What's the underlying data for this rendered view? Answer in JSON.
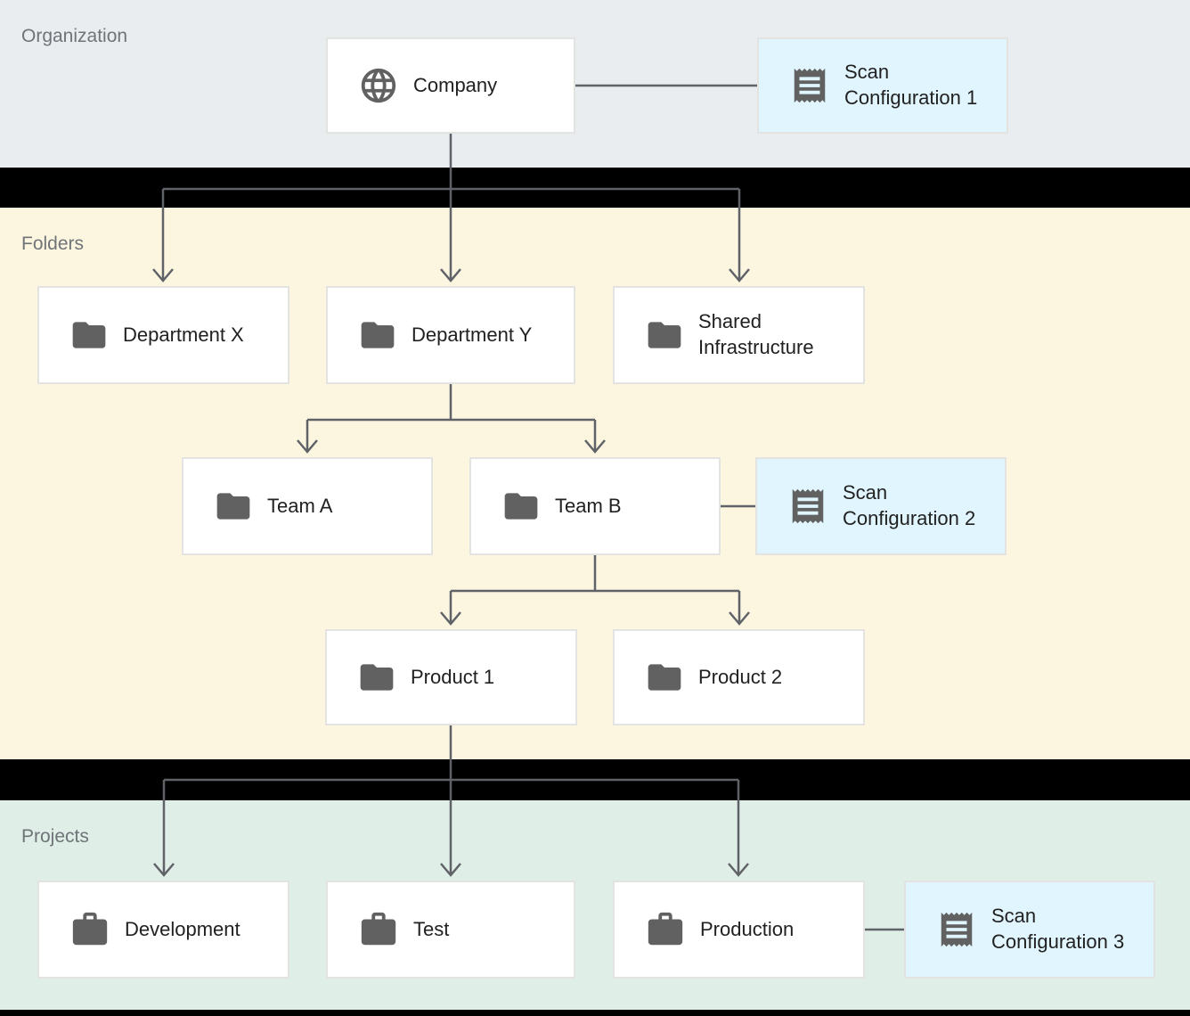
{
  "sections": [
    {
      "id": "organization",
      "label": "Organization"
    },
    {
      "id": "folders",
      "label": "Folders"
    },
    {
      "id": "projects",
      "label": "Projects"
    }
  ],
  "nodes": {
    "company": {
      "label": "Company",
      "icon": "globe-icon"
    },
    "scan_config_1": {
      "label": "Scan Configuration 1",
      "icon": "receipt-icon"
    },
    "department_x": {
      "label": "Department X",
      "icon": "folder-icon"
    },
    "department_y": {
      "label": "Department Y",
      "icon": "folder-icon"
    },
    "shared_infrastructure": {
      "label": "Shared Infrastructure",
      "icon": "folder-icon"
    },
    "team_a": {
      "label": "Team A",
      "icon": "folder-icon"
    },
    "team_b": {
      "label": "Team B",
      "icon": "folder-icon"
    },
    "scan_config_2": {
      "label": "Scan Configuration 2",
      "icon": "receipt-icon"
    },
    "product_1": {
      "label": "Product 1",
      "icon": "folder-icon"
    },
    "product_2": {
      "label": "Product 2",
      "icon": "folder-icon"
    },
    "development": {
      "label": "Development",
      "icon": "briefcase-icon"
    },
    "test": {
      "label": "Test",
      "icon": "briefcase-icon"
    },
    "production": {
      "label": "Production",
      "icon": "briefcase-icon"
    },
    "scan_config_3": {
      "label": "Scan Configuration 3",
      "icon": "receipt-icon"
    }
  },
  "edges": [
    {
      "from": "company",
      "to": "department_x",
      "type": "arrow"
    },
    {
      "from": "company",
      "to": "department_y",
      "type": "arrow"
    },
    {
      "from": "company",
      "to": "shared_infrastructure",
      "type": "arrow"
    },
    {
      "from": "department_y",
      "to": "team_a",
      "type": "arrow"
    },
    {
      "from": "department_y",
      "to": "team_b",
      "type": "arrow"
    },
    {
      "from": "team_b",
      "to": "product_1",
      "type": "arrow"
    },
    {
      "from": "team_b",
      "to": "product_2",
      "type": "arrow"
    },
    {
      "from": "product_1",
      "to": "development",
      "type": "arrow"
    },
    {
      "from": "product_1",
      "to": "test",
      "type": "arrow"
    },
    {
      "from": "product_1",
      "to": "production",
      "type": "arrow"
    },
    {
      "from": "company",
      "to": "scan_config_1",
      "type": "line"
    },
    {
      "from": "team_b",
      "to": "scan_config_2",
      "type": "line"
    },
    {
      "from": "production",
      "to": "scan_config_3",
      "type": "line"
    }
  ],
  "colors": {
    "background": "#000000",
    "organization_band": "#e9edf0",
    "folders_band": "#fcf6e0",
    "projects_band": "#dfeee6",
    "node_fill": "#ffffff",
    "scan_config_fill": "#e1f5fe",
    "node_border": "#e3e4e1",
    "line": "#5f6368",
    "icon": "#616161",
    "label_text": "#212121",
    "section_label_text": "#6f7478"
  }
}
